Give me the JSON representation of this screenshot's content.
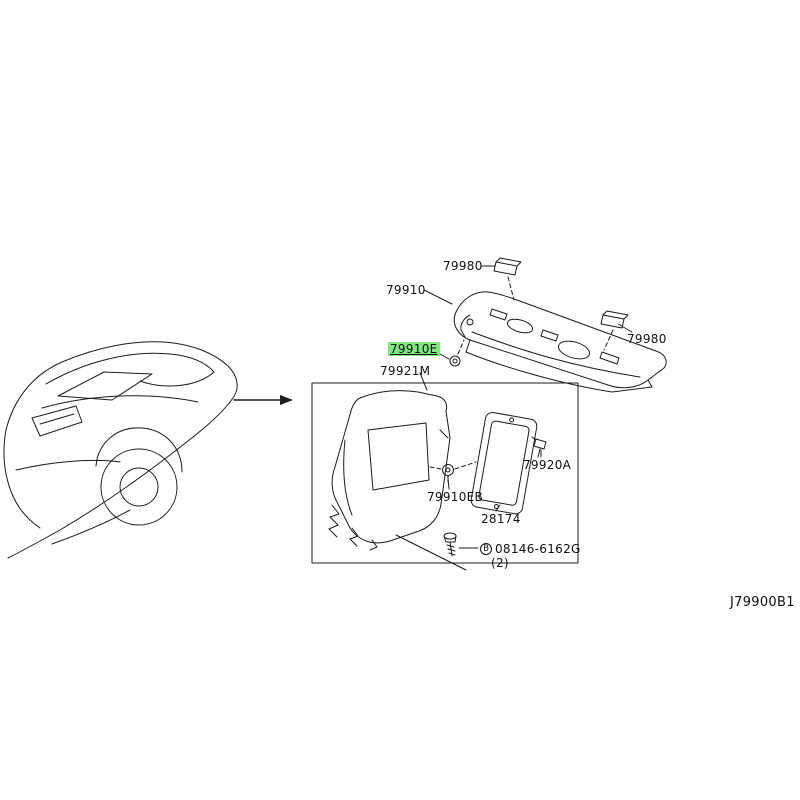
{
  "page": {
    "background": "#ffffff",
    "diagram_code": "J79900B1"
  },
  "highlight": {
    "color": "#7de87d"
  },
  "labels": {
    "clip_top": "79980",
    "shelf": "79910",
    "clip_right": "79980",
    "clip_highlight": "79910E",
    "finisher": "79921M",
    "screw_grommet": "79920A",
    "clip_eb": "79910EB",
    "amplifier": "28174",
    "bolt_symbol": "B",
    "bolt_number": "08146-6162G",
    "bolt_qty": "(2)"
  }
}
